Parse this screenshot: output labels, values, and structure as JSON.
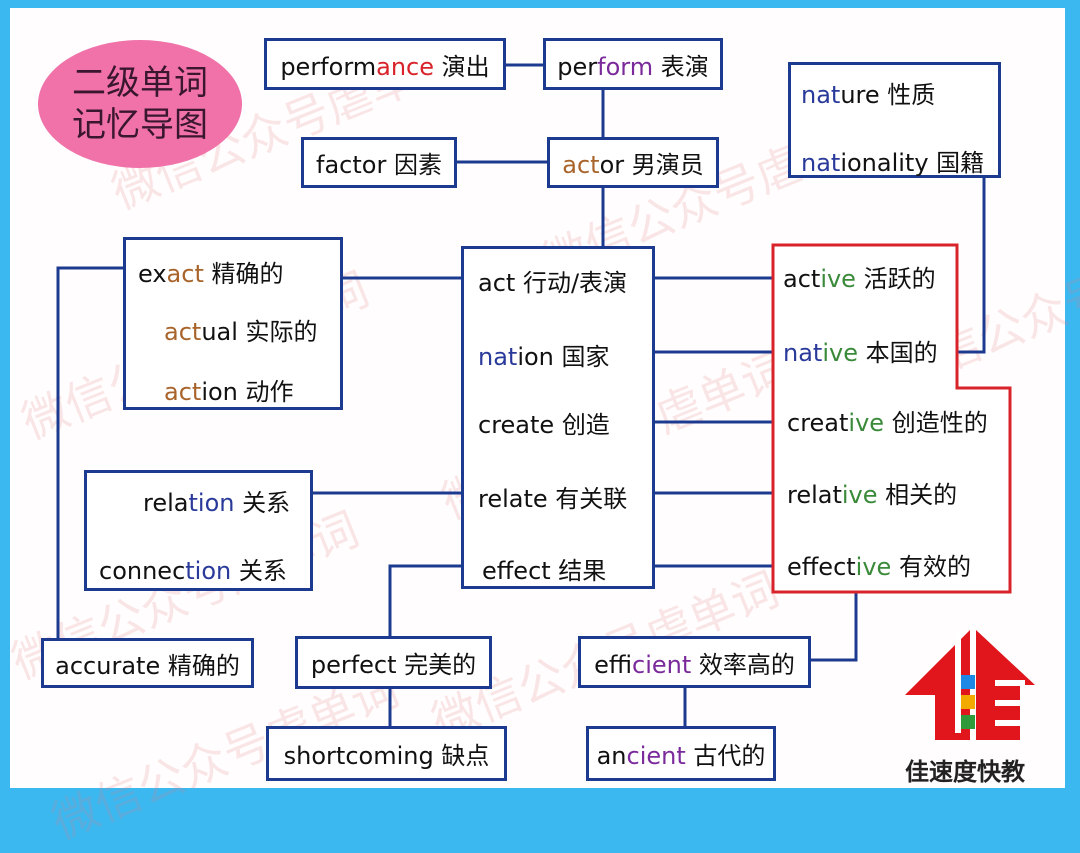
{
  "colors": {
    "line": "#1c3a8f",
    "frame": "#3bb8f0",
    "red": "#d8232a",
    "purple": "#7a2a9a",
    "brown": "#a8642a",
    "blue": "#2a3a9a",
    "green": "#3a8a3a"
  },
  "title": {
    "line1": "二级单词",
    "line2": "记忆导图"
  },
  "watermark": "微信公众号虐单词",
  "logo": {
    "text": "佳速度快教"
  },
  "boxes": {
    "performance": [
      [
        {
          "t": "perform"
        },
        {
          "t": "ance",
          "c": "red"
        },
        {
          "t": " 演出"
        }
      ]
    ],
    "perform": [
      [
        {
          "t": "per"
        },
        {
          "t": "form",
          "c": "purple"
        },
        {
          "t": " 表演"
        }
      ]
    ],
    "factor": [
      [
        {
          "t": "factor 因素"
        }
      ]
    ],
    "actor": [
      [
        {
          "t": "act",
          "c": "brown"
        },
        {
          "t": "or 男演员"
        }
      ]
    ],
    "nature": [
      [
        {
          "t": "nat",
          "c": "blue"
        },
        {
          "t": "ure 性质"
        }
      ],
      [
        {
          "t": "nat",
          "c": "blue"
        },
        {
          "t": "ionality 国籍"
        }
      ]
    ],
    "exact": [
      [
        {
          "t": "ex"
        },
        {
          "t": "act",
          "c": "brown"
        },
        {
          "t": " 精确的"
        }
      ],
      [
        {
          "t": "act",
          "c": "brown"
        },
        {
          "t": "ual 实际的"
        }
      ],
      [
        {
          "t": "act",
          "c": "brown"
        },
        {
          "t": "ion 动作"
        }
      ]
    ],
    "center": [
      [
        {
          "t": "act 行动/表演"
        }
      ],
      [
        {
          "t": "nat",
          "c": "blue"
        },
        {
          "t": "ion 国家"
        }
      ],
      [
        {
          "t": "create 创造"
        }
      ],
      [
        {
          "t": "relate 有关联"
        }
      ],
      [
        {
          "t": "effect 结果"
        }
      ]
    ],
    "adjectives": [
      [
        {
          "t": "act"
        },
        {
          "t": "ive",
          "c": "green"
        },
        {
          "t": " 活跃的"
        }
      ],
      [
        {
          "t": "nat",
          "c": "blue"
        },
        {
          "t": "ive",
          "c": "green"
        },
        {
          "t": " 本国的"
        }
      ],
      [
        {
          "t": "creat"
        },
        {
          "t": "ive",
          "c": "green"
        },
        {
          "t": " 创造性的"
        }
      ],
      [
        {
          "t": "relat"
        },
        {
          "t": "ive",
          "c": "green"
        },
        {
          "t": " 相关的"
        }
      ],
      [
        {
          "t": "effect"
        },
        {
          "t": "ive",
          "c": "green"
        },
        {
          "t": " 有效的"
        }
      ]
    ],
    "relation": [
      [
        {
          "t": "rela"
        },
        {
          "t": "tion",
          "c": "blue"
        },
        {
          "t": " 关系"
        }
      ],
      [
        {
          "t": "connec"
        },
        {
          "t": "tion",
          "c": "blue"
        },
        {
          "t": " 关系"
        }
      ]
    ],
    "accurate": [
      [
        {
          "t": "accurate 精确的"
        }
      ]
    ],
    "perfect": [
      [
        {
          "t": "perfect 完美的"
        }
      ]
    ],
    "efficient": [
      [
        {
          "t": "effi"
        },
        {
          "t": "cient",
          "c": "purple"
        },
        {
          "t": " 效率高的"
        }
      ]
    ],
    "shortcoming": [
      [
        {
          "t": "shortcoming 缺点"
        }
      ]
    ],
    "ancient": [
      [
        {
          "t": "an"
        },
        {
          "t": "cient",
          "c": "purple"
        },
        {
          "t": " 古代的"
        }
      ]
    ]
  }
}
